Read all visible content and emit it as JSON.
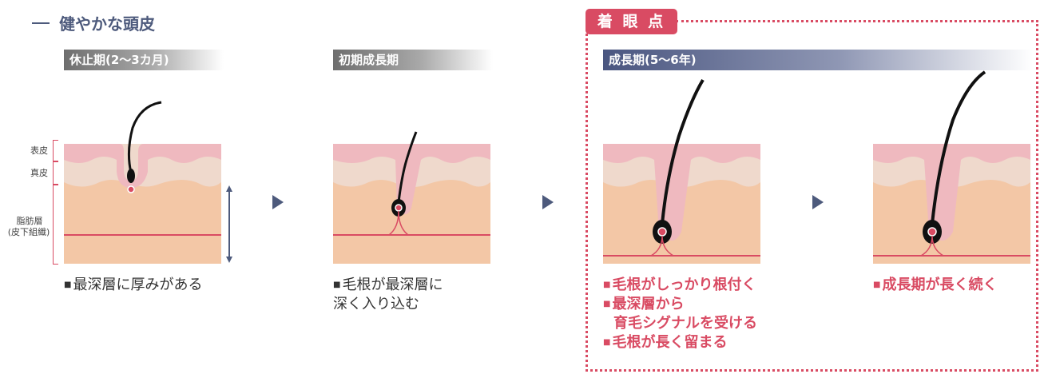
{
  "header": {
    "title": "健やかな頭皮"
  },
  "focus": {
    "label": "着 眼 点"
  },
  "stages": [
    {
      "label": "休止期(2〜3カ月)"
    },
    {
      "label": "初期成長期"
    },
    {
      "label": "成長期(5〜6年)"
    }
  ],
  "layers": {
    "epidermis": "表皮",
    "dermis": "真皮",
    "fat": "脂肪層",
    "fat_sub": "(皮下組織)"
  },
  "descriptions": {
    "rest": [
      "最深層に厚みがある"
    ],
    "early": [
      "毛根が最深層に",
      "深く入り込む"
    ],
    "growth": [
      "毛根がしっかり根付く",
      "最深層から",
      "育毛シグナルを受ける",
      "毛根が長く留まる"
    ],
    "growth2": [
      "成長期が長く続く"
    ]
  },
  "bullet": "■",
  "colors": {
    "accent": "#d94b63",
    "navy": "#4d5a7c",
    "skin": "#f3c7a6",
    "dermis": "#efd9cc",
    "epidermis": "#efb9bf"
  }
}
